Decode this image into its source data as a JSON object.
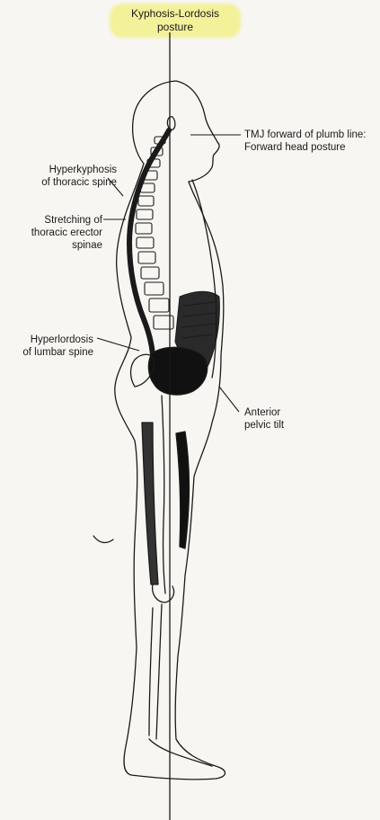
{
  "title_line1": "Kyphosis-Lordosis",
  "title_line2": "posture",
  "labels": {
    "tmj_line1": "TMJ forward of plumb line:",
    "tmj_line2": "Forward head posture",
    "hyperkyphosis_line1": "Hyperkyphosis",
    "hyperkyphosis_line2": "of thoracic spine",
    "stretching_line1": "Stretching of",
    "stretching_line2": "thoracic erector",
    "stretching_line3": "spinae",
    "hyperlordosis_line1": "Hyperlordosis",
    "hyperlordosis_line2": "of lumbar spine",
    "pelvic_line1": "Anterior",
    "pelvic_line2": "pelvic tilt"
  },
  "colors": {
    "title_highlight": "#f3f19a",
    "ink": "#1a1a1a",
    "background": "#f7f6f2"
  }
}
